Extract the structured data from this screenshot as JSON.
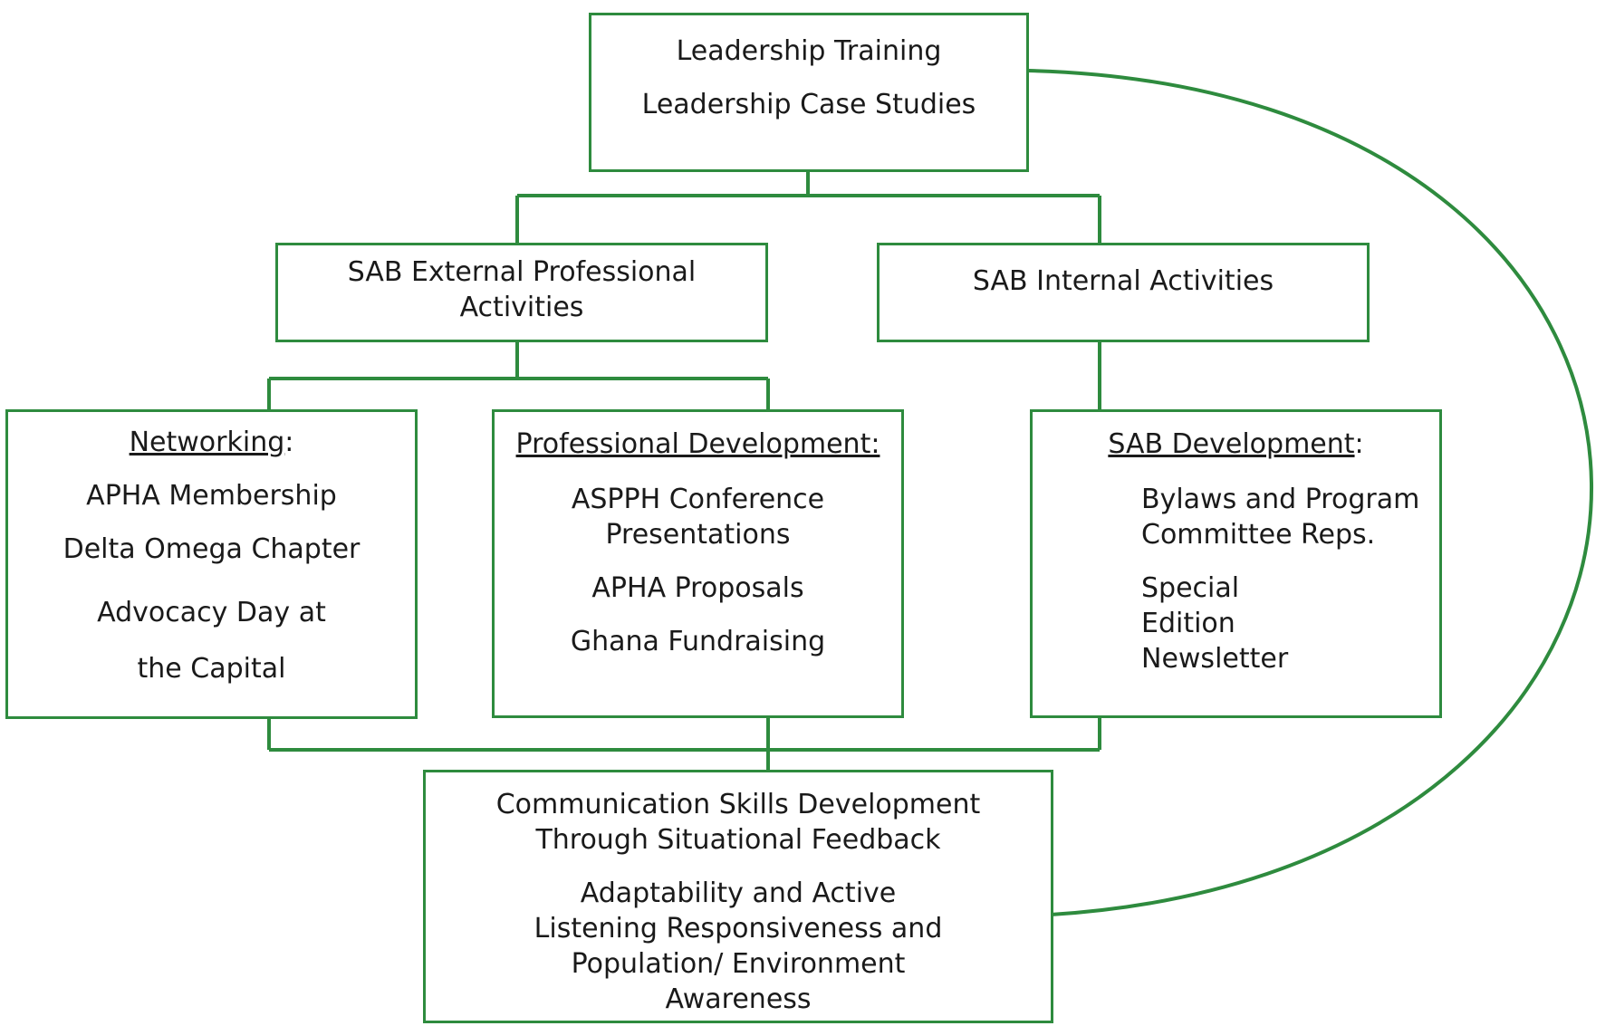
{
  "top": {
    "line1": "Leadership Training",
    "line2": "Leadership Case Studies"
  },
  "external": {
    "title": "SAB External Professional Activities"
  },
  "internal": {
    "title": "SAB Internal Activities"
  },
  "networking": {
    "heading": "Networking",
    "heading_suffix": ":",
    "items": [
      "APHA Membership",
      "Delta Omega Chapter",
      "Advocacy Day at the Capital"
    ]
  },
  "professional": {
    "heading": "Professional Development:",
    "items": [
      "ASPPH Conference Presentations",
      "APHA Proposals",
      "Ghana Fundraising"
    ]
  },
  "sab_dev": {
    "heading": "SAB Development",
    "heading_suffix": ":",
    "items": [
      "Bylaws and Program Committee Reps.",
      "Special Edition Newsletter"
    ]
  },
  "communication": {
    "title": "Communication Skills Development Through Situational Feedback",
    "items": [
      "Adaptability and Active Listening Responsiveness and Population/ Environment Awareness"
    ]
  },
  "colors": {
    "line": "#2e8b3e",
    "text": "#1a1a1a",
    "background": "#ffffff"
  }
}
